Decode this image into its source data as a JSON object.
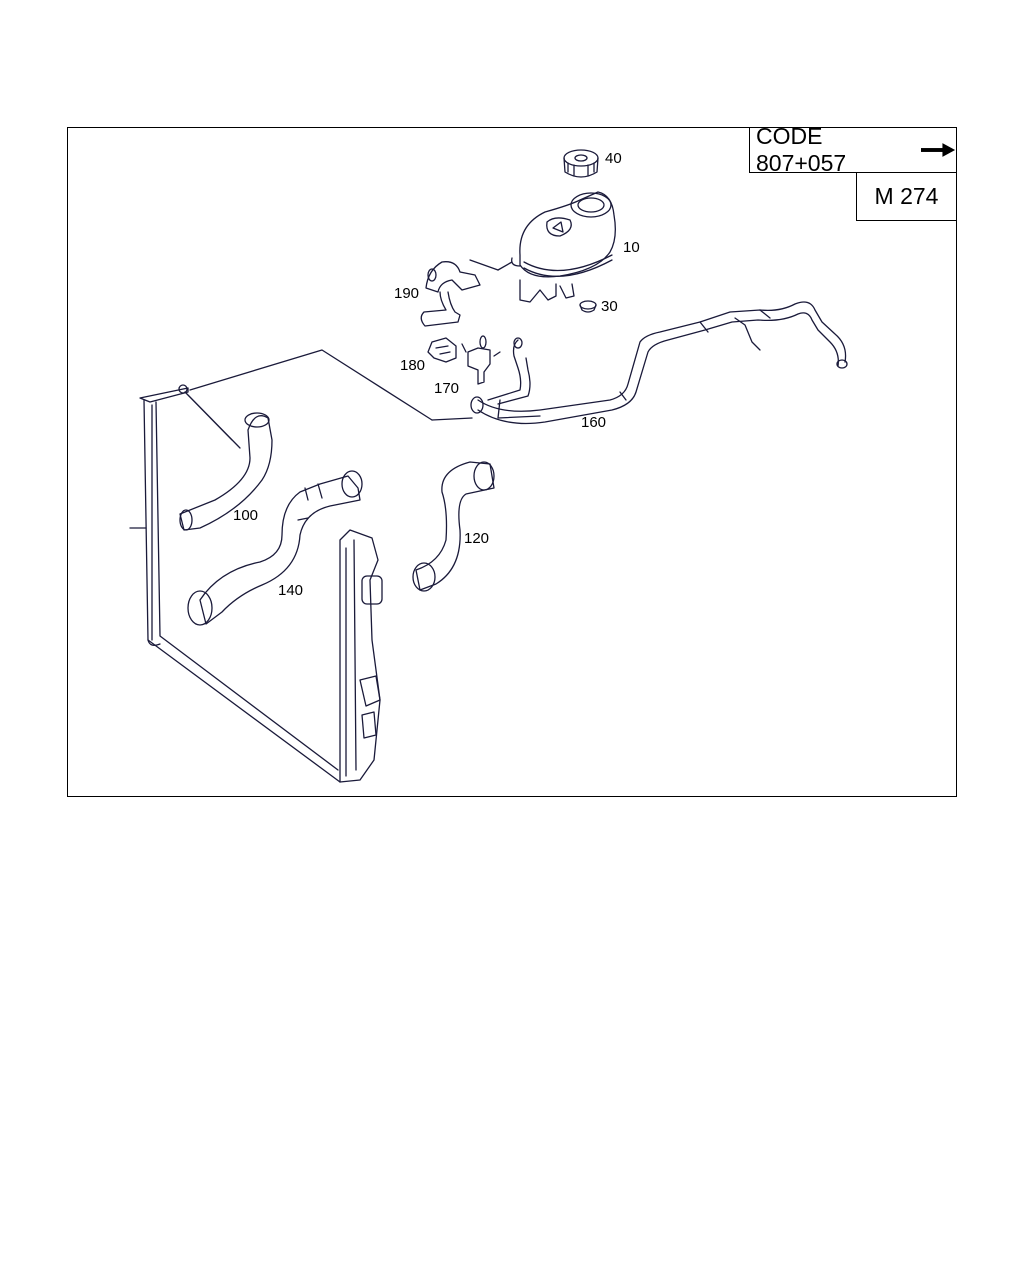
{
  "header": {
    "code": "CODE 807+057",
    "model": "M 274"
  },
  "callouts": [
    {
      "id": "40",
      "text": "40"
    },
    {
      "id": "10",
      "text": "10"
    },
    {
      "id": "190",
      "text": "190"
    },
    {
      "id": "30",
      "text": "30"
    },
    {
      "id": "180",
      "text": "180"
    },
    {
      "id": "170",
      "text": "170"
    },
    {
      "id": "160",
      "text": "160"
    },
    {
      "id": "100",
      "text": "100"
    },
    {
      "id": "120",
      "text": "120"
    },
    {
      "id": "140",
      "text": "140"
    }
  ],
  "icons": {
    "arrow": "arrow-right-icon"
  }
}
